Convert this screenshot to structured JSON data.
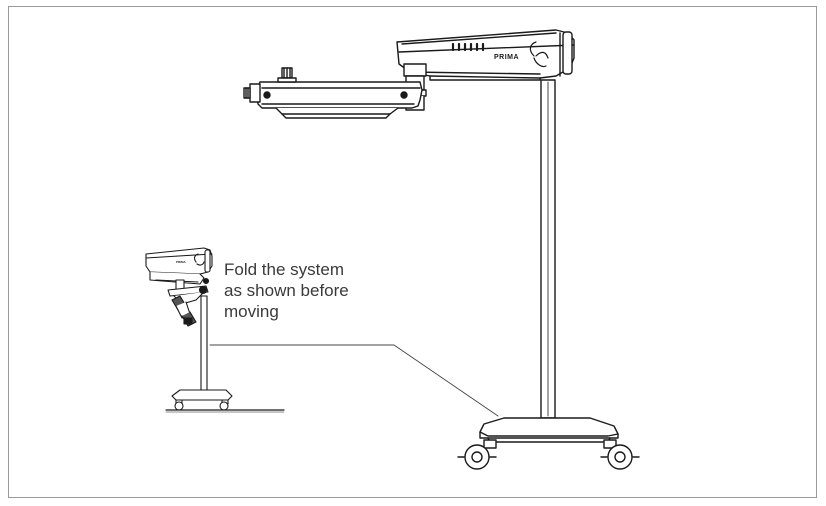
{
  "caption": {
    "lines": [
      "Fold the system",
      "as shown before",
      "moving"
    ]
  },
  "brand": {
    "large": "PRIMA",
    "small": "PRIMA"
  },
  "colors": {
    "line": "#1a1a1a",
    "leader": "#444444",
    "frame": "#9a9a9a"
  }
}
